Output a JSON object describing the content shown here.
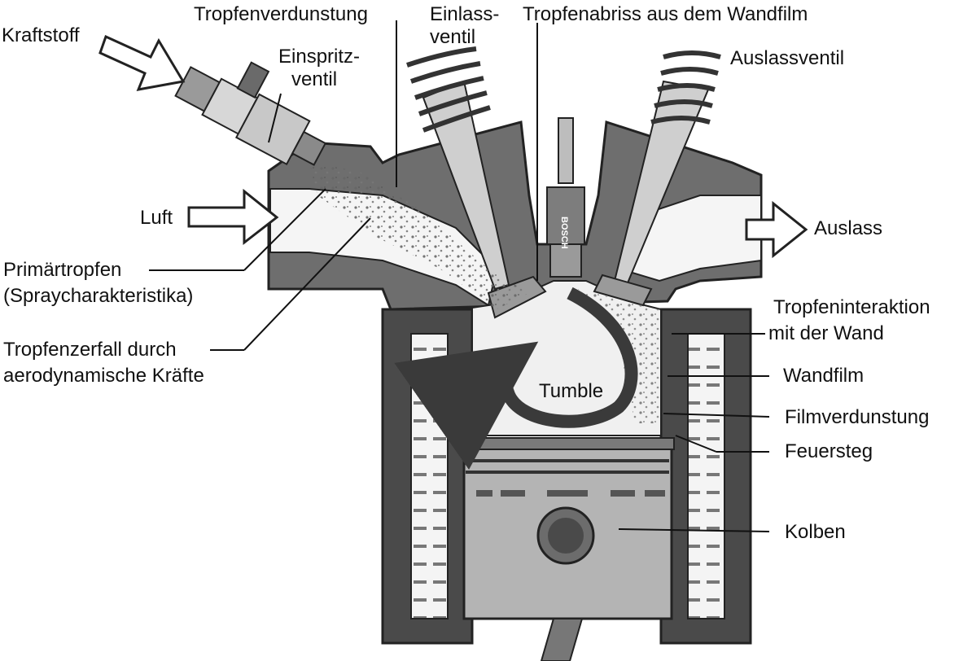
{
  "labels": {
    "kraftstoff": "Kraftstoff",
    "tropfenverdunstung": "Tropfenverdunstung",
    "einlass_line1": "Einlass-",
    "einlass_line2": "ventil",
    "tropfenabriss": "Tropfenabriss aus dem Wandfilm",
    "einspritz_line1": "Einspritz-",
    "einspritz_line2": "ventil",
    "auslassventil": "Auslassventil",
    "luft": "Luft",
    "auslass": "Auslass",
    "primaer_line1": "Primärtropfen",
    "primaer_line2": "(Spraycharakteristika)",
    "interaktion_line1": "Tropfeninteraktion",
    "interaktion_line2": "mit der Wand",
    "zerfall_line1": "Tropfenzerfall durch",
    "zerfall_line2": "aerodynamische Kräfte",
    "wandfilm": "Wandfilm",
    "tumble": "Tumble",
    "filmverdunstung": "Filmverdunstung",
    "feuersteg": "Feuersteg",
    "kolben": "Kolben",
    "spark_plug_brand": "BOSCH"
  },
  "colors": {
    "metal_dark": "#3a3a3a",
    "metal_mid": "#8a8a8a",
    "metal_light": "#c8c8c8",
    "chamber": "#f2f2f2",
    "ink": "#111111"
  }
}
